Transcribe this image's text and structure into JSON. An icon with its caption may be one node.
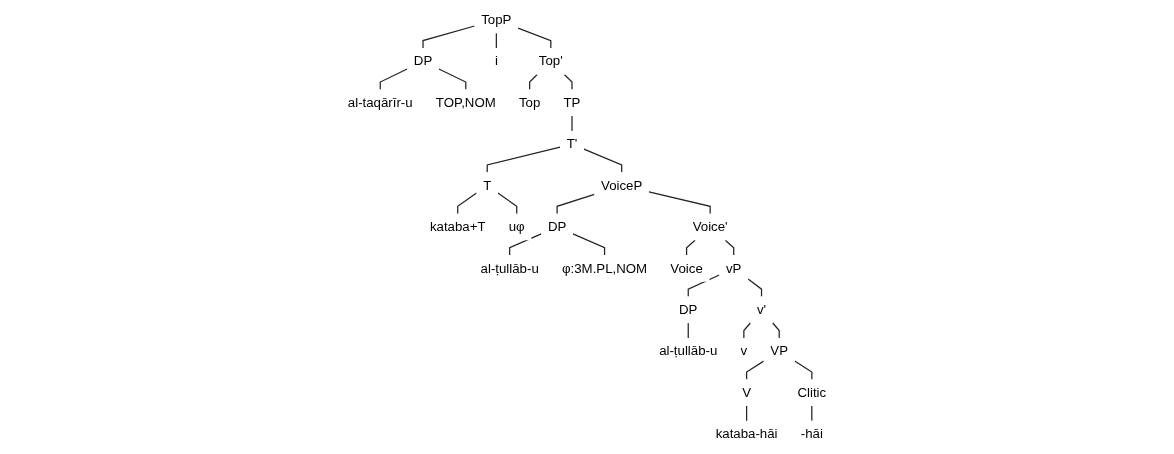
{
  "diagram": {
    "nodes": [
      {
        "text": [
          "TopP"
        ]
      },
      {
        "text": [
          "DP"
        ]
      },
      {
        "text": [
          "i"
        ]
      },
      {
        "text": [
          "Top'"
        ]
      },
      {
        "text": [
          "al-taqārīr-u"
        ]
      },
      {
        "text": [
          "TOP,NOM"
        ]
      },
      {
        "text": [
          "Top"
        ]
      },
      {
        "text": [
          "TP"
        ]
      },
      {
        "text": [
          "T'"
        ]
      },
      {
        "text": [
          "T"
        ]
      },
      {
        "text": [
          "VoiceP"
        ]
      },
      {
        "text": [
          "kataba+T"
        ]
      },
      {
        "text": [
          "uφ"
        ]
      },
      {
        "text": [
          "DP"
        ]
      },
      {
        "text": [
          "Voice'"
        ]
      },
      {
        "text": [
          "al-ṭullāb-u"
        ]
      },
      {
        "text": [
          "φ:3M.PL,NOM"
        ]
      },
      {
        "text": [
          "Voice"
        ]
      },
      {
        "text": [
          "vP"
        ]
      },
      {
        "text": [
          "DP"
        ]
      },
      {
        "text": [
          "v'"
        ]
      },
      {
        "text": [
          "al-ṭullāb-u"
        ]
      },
      {
        "text": [
          "v"
        ]
      },
      {
        "text": [
          "VP"
        ]
      },
      {
        "text": [
          "V"
        ]
      },
      {
        "text": [
          "Clitic"
        ]
      },
      {
        "text": [
          "kataba-hāi"
        ]
      },
      {
        "text": [
          "-hāi"
        ]
      }
    ],
    "edges": [
      {
        "from": 0,
        "to": 1,
        "arrow": "none"
      },
      {
        "from": 0,
        "to": 2,
        "arrow": "none"
      },
      {
        "from": 0,
        "to": 3,
        "arrow": "none"
      },
      {
        "from": 1,
        "to": 4,
        "arrow": "none"
      },
      {
        "from": 1,
        "to": 5,
        "arrow": "none"
      },
      {
        "from": 3,
        "to": 6,
        "arrow": "none"
      },
      {
        "from": 3,
        "to": 7,
        "arrow": "none"
      },
      {
        "from": 7,
        "to": 8,
        "arrow": "none"
      },
      {
        "from": 8,
        "to": 9,
        "arrow": "none"
      },
      {
        "from": 8,
        "to": 10,
        "arrow": "none"
      },
      {
        "from": 9,
        "to": 11,
        "arrow": "none"
      },
      {
        "from": 9,
        "to": 12,
        "arrow": "none"
      },
      {
        "from": 10,
        "to": 13,
        "arrow": "none"
      },
      {
        "from": 10,
        "to": 14,
        "arrow": "none"
      },
      {
        "from": 13,
        "to": 15,
        "arrow": "none"
      },
      {
        "from": 13,
        "to": 16,
        "arrow": "none"
      },
      {
        "from": 14,
        "to": 17,
        "arrow": "none"
      },
      {
        "from": 14,
        "to": 18,
        "arrow": "none"
      },
      {
        "from": 18,
        "to": 19,
        "arrow": "none"
      },
      {
        "from": 18,
        "to": 20,
        "arrow": "none"
      },
      {
        "from": 19,
        "to": 21,
        "arrow": "none"
      },
      {
        "from": 20,
        "to": 22,
        "arrow": "none"
      },
      {
        "from": 20,
        "to": 23,
        "arrow": "none"
      },
      {
        "from": 23,
        "to": 24,
        "arrow": "none"
      },
      {
        "from": 23,
        "to": 25,
        "arrow": "none"
      },
      {
        "from": 24,
        "to": 26,
        "arrow": "none"
      },
      {
        "from": 25,
        "to": 27,
        "arrow": "none"
      }
    ]
  }
}
